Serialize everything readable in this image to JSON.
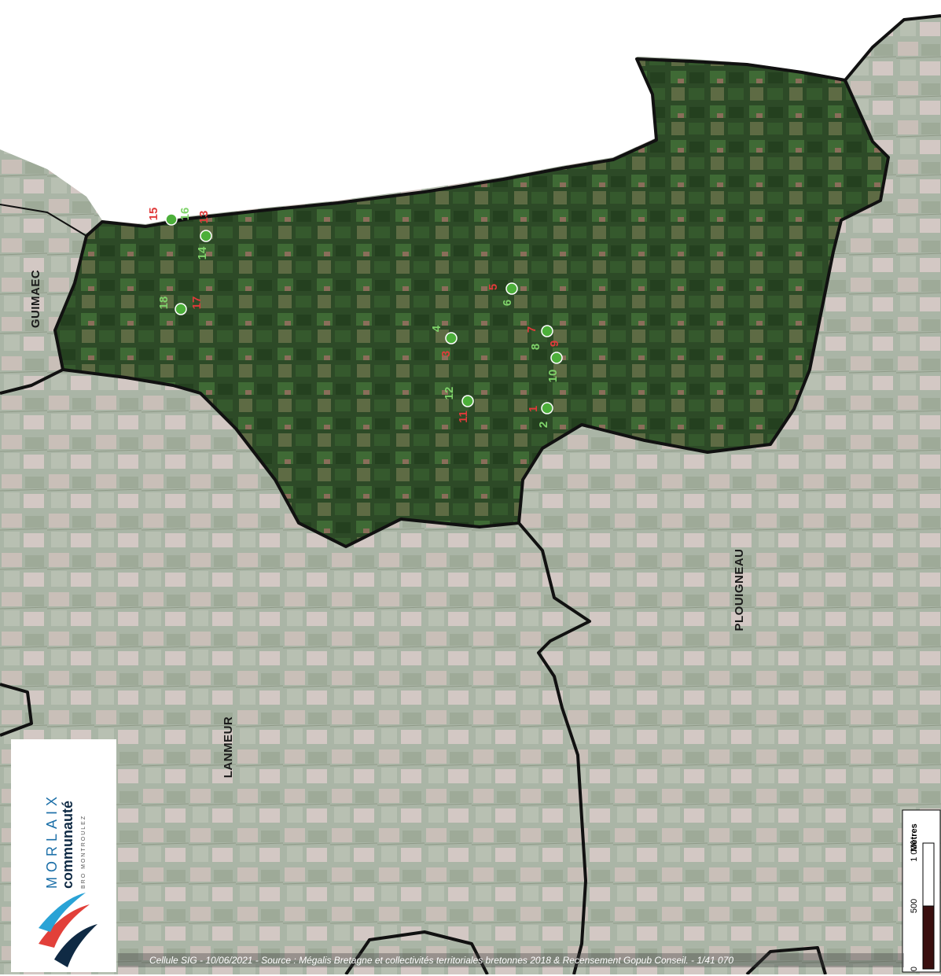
{
  "map": {
    "communes": [
      "GUIMAEC",
      "PLOUIGNEAU",
      "LANMEUR"
    ],
    "points": [
      {
        "label": "1",
        "color": "red"
      },
      {
        "label": "2",
        "color": "green"
      },
      {
        "label": "3",
        "color": "red"
      },
      {
        "label": "4",
        "color": "green"
      },
      {
        "label": "5",
        "color": "red"
      },
      {
        "label": "6",
        "color": "green"
      },
      {
        "label": "7",
        "color": "red"
      },
      {
        "label": "8",
        "color": "green"
      },
      {
        "label": "9",
        "color": "red"
      },
      {
        "label": "10",
        "color": "green"
      },
      {
        "label": "11",
        "color": "red"
      },
      {
        "label": "12",
        "color": "green"
      },
      {
        "label": "13",
        "color": "red"
      },
      {
        "label": "14",
        "color": "green"
      },
      {
        "label": "15",
        "color": "red"
      },
      {
        "label": "16",
        "color": "green"
      },
      {
        "label": "17",
        "color": "red"
      },
      {
        "label": "18",
        "color": "green"
      }
    ],
    "scale_bar": {
      "unit": "Mètres",
      "ticks": [
        "0",
        "500",
        "1 000"
      ]
    }
  },
  "logo": {
    "line1": "MORLAIX",
    "line2": "communauté",
    "line3": "BRO MONTROULEZ"
  },
  "footer": "Cellule SIG - 10/06/2021 - Source : Mégalis Bretagne et collectivités territoriales bretonnes 2018 & Recensement Gopub Conseil. - 1/41 070",
  "colors": {
    "study_area": "#2f4a2a",
    "surrounding": "#a9b3a3",
    "sea": "#ffffff",
    "boundary": "#111111",
    "point_fill": "#4caf3a",
    "label_red": "#e03b3b",
    "label_green": "#7fd36a"
  }
}
